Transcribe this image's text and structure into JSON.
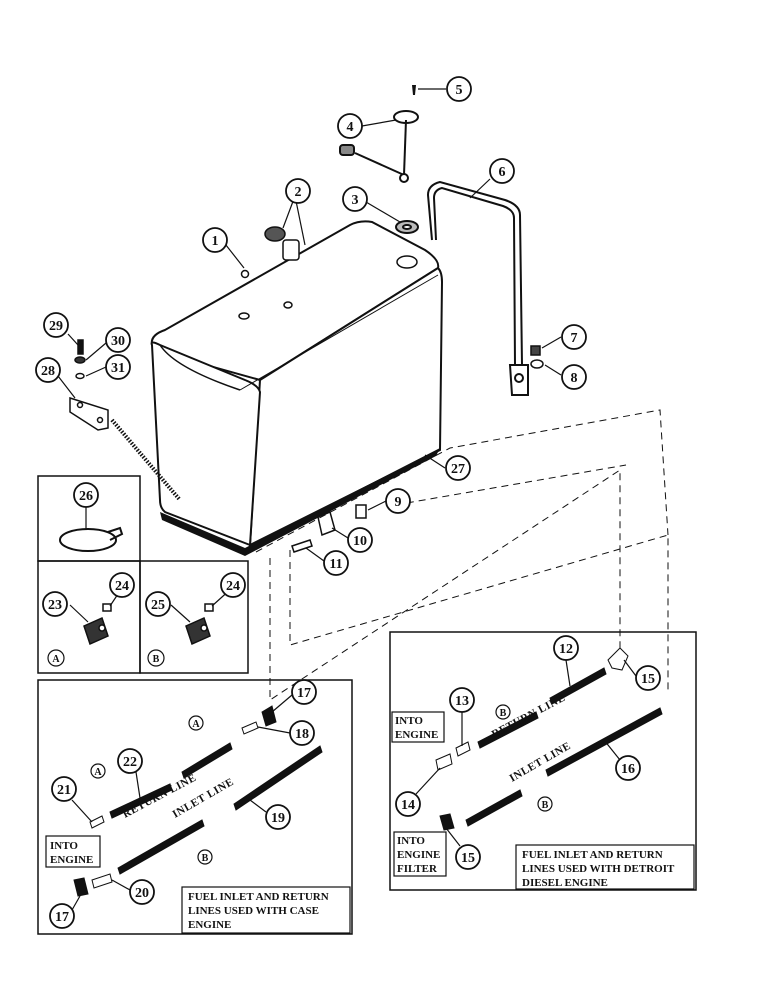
{
  "callouts": [
    "1",
    "2",
    "3",
    "4",
    "5",
    "6",
    "7",
    "8",
    "9",
    "10",
    "11",
    "12",
    "13",
    "14",
    "15",
    "15",
    "16",
    "17",
    "17",
    "18",
    "19",
    "20",
    "21",
    "22",
    "23",
    "24",
    "24",
    "25",
    "26",
    "27",
    "28",
    "29",
    "30",
    "31"
  ],
  "variants": {
    "a": "A",
    "b": "B"
  },
  "line_labels": {
    "return_line": "RETURN LINE",
    "inlet_line": "INLET LINE"
  },
  "box_labels": {
    "into_engine": [
      "INTO",
      "ENGINE"
    ],
    "into_engine_filter": [
      "INTO",
      "ENGINE",
      "FILTER"
    ]
  },
  "captions": {
    "case": [
      "FUEL INLET AND RETURN",
      "LINES USED WITH CASE",
      "ENGINE"
    ],
    "detroit": [
      "FUEL INLET AND RETURN",
      "LINES USED WITH DETROIT",
      "DIESEL ENGINE"
    ]
  }
}
